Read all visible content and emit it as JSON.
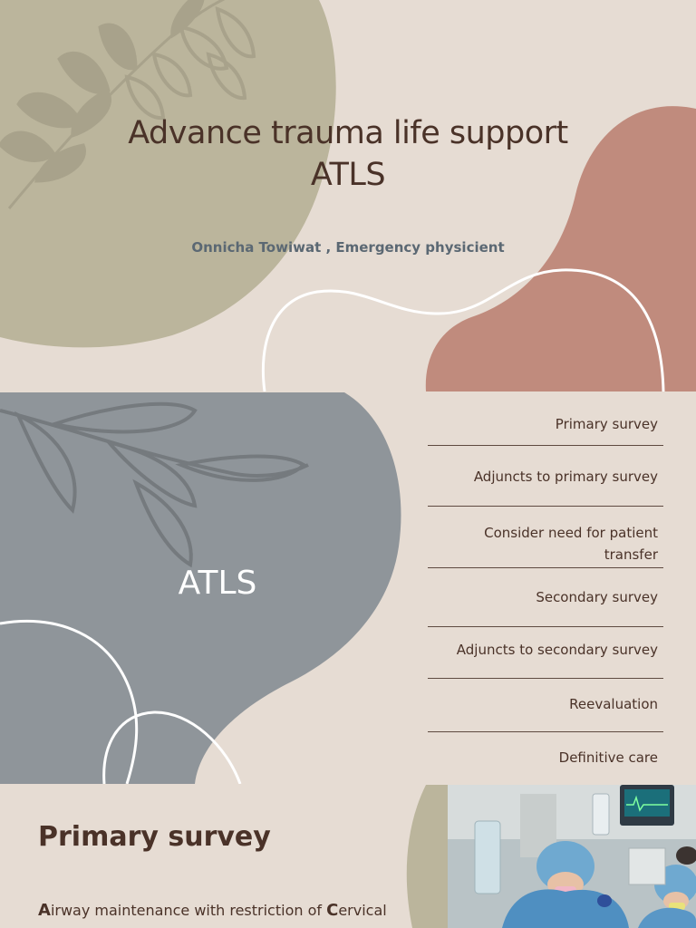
{
  "slide1": {
    "title_line1": "Advance trauma life support",
    "title_line2": "ATLS",
    "subtitle": "Onnicha Towiwat , Emergency physicient",
    "colors": {
      "background": "#e6dcd3",
      "sage_blob": "#bbb59c",
      "rose_blob": "#c08b7d",
      "leaf": "#a8a28b"
    }
  },
  "slide2": {
    "heading": "ATLS",
    "agenda": [
      "Primary survey",
      "Adjuncts to primary survey",
      "Consider need for patient transfer",
      "Secondary survey",
      "Adjuncts to secondary survey",
      "Reevaluation",
      "Definitive care"
    ],
    "agenda_item3_line1": "Consider need for patient",
    "agenda_item3_line2": "transfer",
    "colors": {
      "grey_blob": "#8f959a"
    }
  },
  "slide3": {
    "heading": "Primary survey",
    "body_letter_a": "A",
    "body_part1": "irway maintenance with restriction of ",
    "body_letter_c": "C",
    "body_part2": "ervical",
    "photo_icon": "trauma-team-photo"
  }
}
